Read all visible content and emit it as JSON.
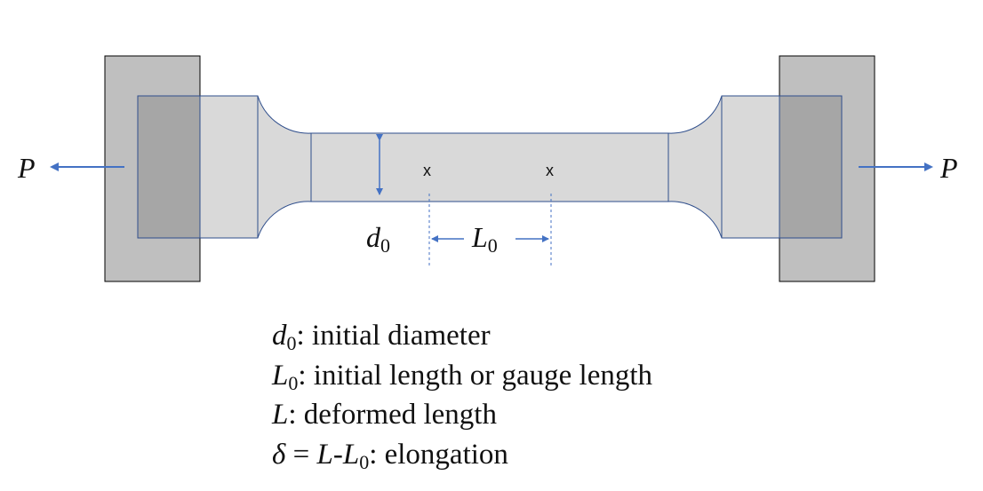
{
  "labels": {
    "force_left": "P",
    "force_right": "P",
    "diameter_symbol": "d",
    "diameter_subscript": "0",
    "length_symbol": "L",
    "length_subscript": "0",
    "mark_left": "x",
    "mark_right": "x"
  },
  "legend": [
    {
      "symbol": "d",
      "subscript": "0",
      "text": ": initial diameter"
    },
    {
      "symbol": "L",
      "subscript": "0",
      "text": ": initial length or gauge length"
    },
    {
      "symbol": "L",
      "subscript": "",
      "text": ": deformed length"
    },
    {
      "symbol": "δ",
      "eq": " = ",
      "sym2": "L",
      "dash": "-",
      "sym3": "L",
      "subscript": "0",
      "text": ": elongation"
    }
  ],
  "colors": {
    "specimen_fill": "#d9d9d9",
    "specimen_stroke": "#2f4e8c",
    "grip_fill": "#bfbfbf",
    "grip_overlap_fill": "#a6a6a6",
    "arrow": "#4472c4"
  }
}
